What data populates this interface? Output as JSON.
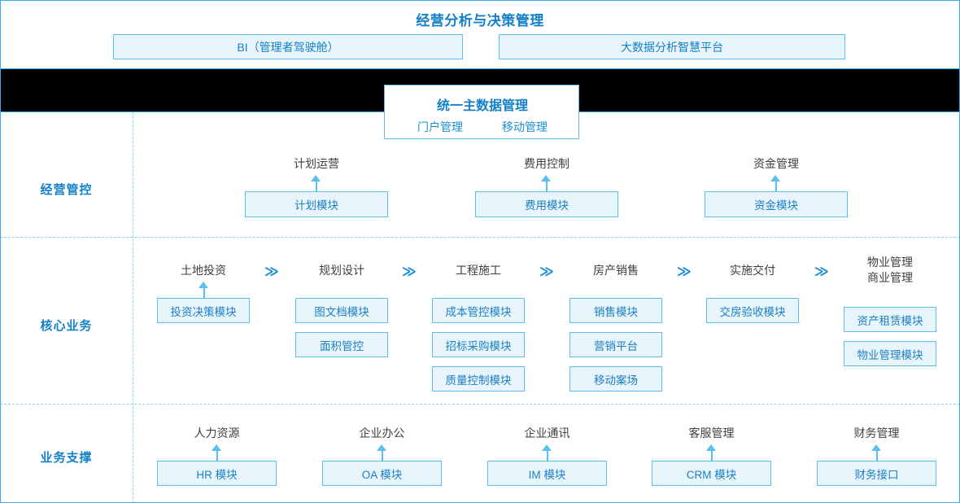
{
  "top": {
    "title": "经营分析与决策管理",
    "boxes": [
      {
        "label": "BI（管理者驾驶舱）"
      },
      {
        "label": "大数据分析智慧平台"
      }
    ]
  },
  "mdm": {
    "title": "统一主数据管理",
    "links": [
      {
        "label": "门户管理"
      },
      {
        "label": "移动管理"
      }
    ]
  },
  "rows": [
    {
      "label": "经营管控"
    },
    {
      "label": "核心业务"
    },
    {
      "label": "业务支撑"
    }
  ],
  "operations": {
    "columns": [
      {
        "head": "计划运营",
        "modules": [
          {
            "label": "计划模块"
          }
        ]
      },
      {
        "head": "费用控制",
        "modules": [
          {
            "label": "费用模块"
          }
        ]
      },
      {
        "head": "资金管理",
        "modules": [
          {
            "label": "资金模块"
          }
        ]
      }
    ]
  },
  "core": {
    "chevron": "≫",
    "columns": [
      {
        "head": "土地投资",
        "head2": "",
        "modules": [
          {
            "label": "投资决策模块"
          }
        ]
      },
      {
        "head": "规划设计",
        "head2": "",
        "modules": [
          {
            "label": "图文档模块"
          },
          {
            "label": "面积管控"
          }
        ]
      },
      {
        "head": "工程施工",
        "head2": "",
        "modules": [
          {
            "label": "成本管控模块"
          },
          {
            "label": "招标采购模块"
          },
          {
            "label": "质量控制模块"
          }
        ]
      },
      {
        "head": "房产销售",
        "head2": "",
        "modules": [
          {
            "label": "销售模块"
          },
          {
            "label": "营销平台"
          },
          {
            "label": "移动案场"
          }
        ]
      },
      {
        "head": "实施交付",
        "head2": "",
        "modules": [
          {
            "label": "交房验收模块"
          }
        ]
      },
      {
        "head": "物业管理",
        "head2": "商业管理",
        "modules": [
          {
            "label": "资产租赁模块"
          },
          {
            "label": "物业管理模块"
          }
        ]
      }
    ]
  },
  "support": {
    "columns": [
      {
        "head": "人力资源",
        "modules": [
          {
            "label": "HR 模块"
          }
        ]
      },
      {
        "head": "企业办公",
        "modules": [
          {
            "label": "OA 模块"
          }
        ]
      },
      {
        "head": "企业通讯",
        "modules": [
          {
            "label": "IM 模块"
          }
        ]
      },
      {
        "head": "客服管理",
        "modules": [
          {
            "label": "CRM 模块"
          }
        ]
      },
      {
        "head": "财务管理",
        "modules": [
          {
            "label": "财务接口"
          }
        ]
      }
    ]
  },
  "colors": {
    "accent": "#1380c8",
    "box_border": "#5dbdf2",
    "box_fill": "#e9f5fd",
    "arrow": "#5bc0f0",
    "frame": "#37aaf0",
    "bar": "#000000"
  }
}
